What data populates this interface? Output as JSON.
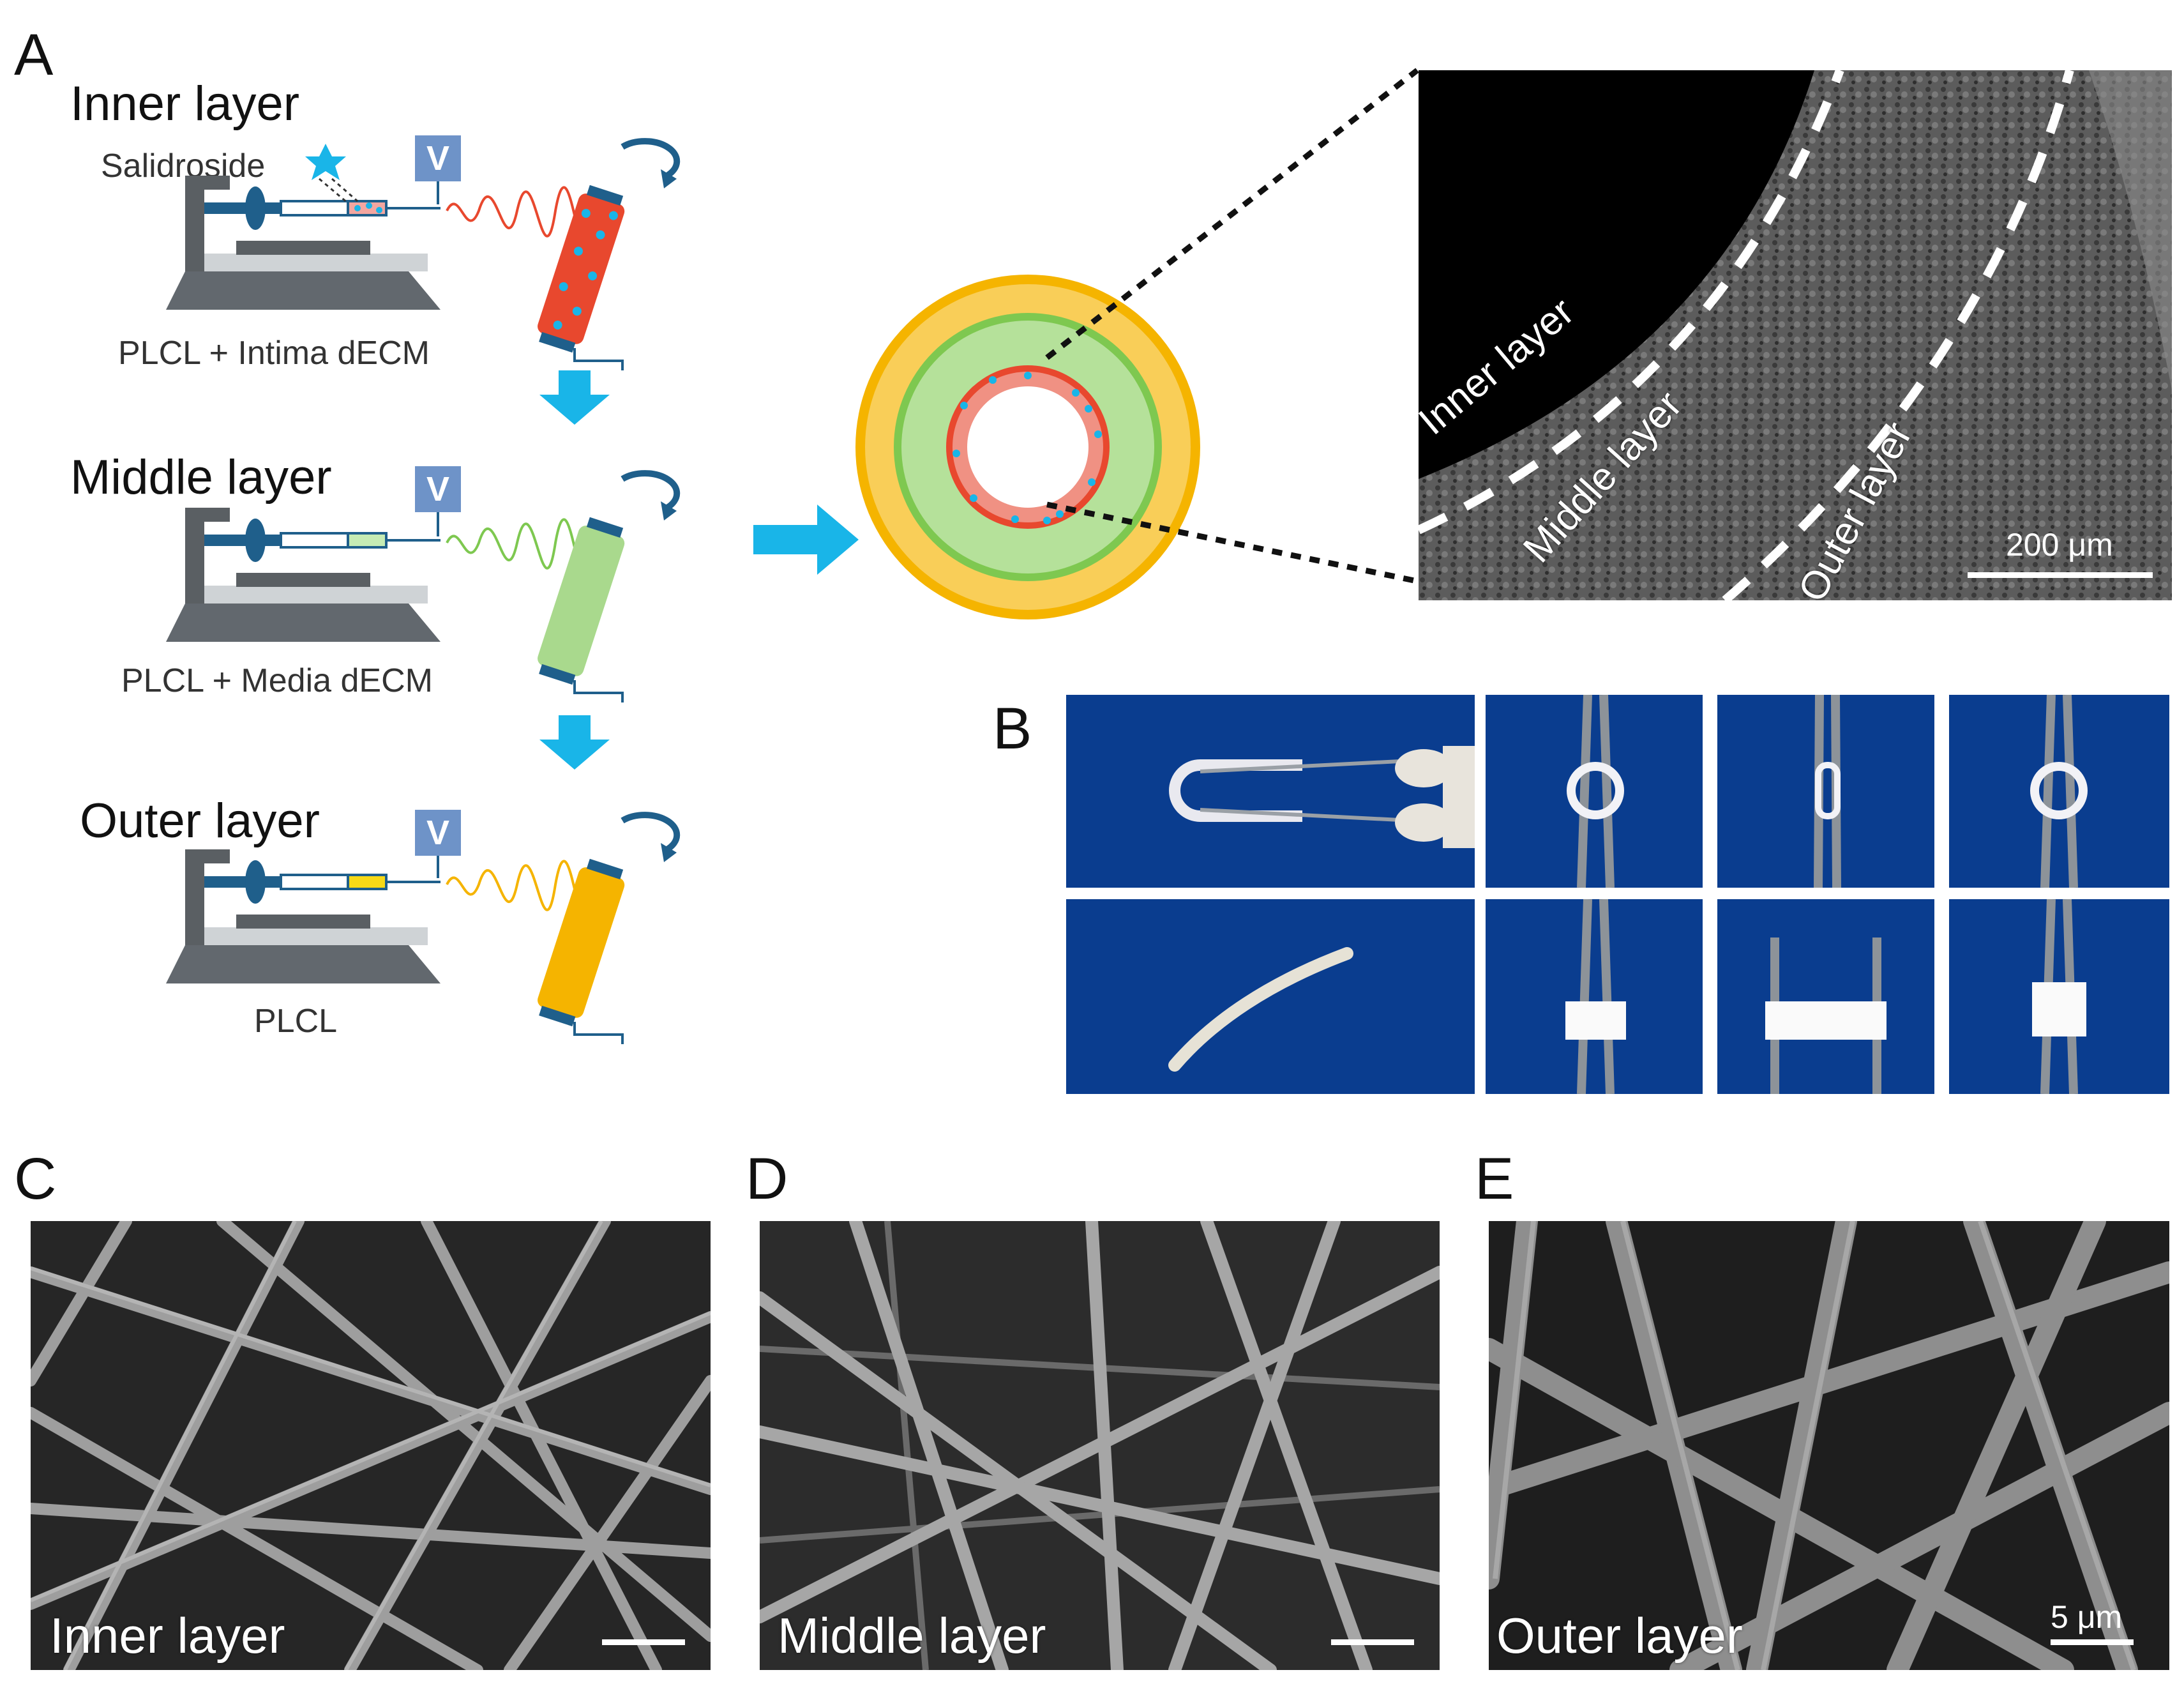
{
  "panels": {
    "a": "A",
    "b": "B",
    "c": "C",
    "d": "D",
    "e": "E"
  },
  "schematic": {
    "inner_title": "Inner layer",
    "middle_title": "Middle layer",
    "outer_title": "Outer layer",
    "salidroside": "Salidroside",
    "voltage_symbol": "V",
    "inner_caption": "PLCL + Intima dECM",
    "middle_caption": "PLCL + Media dECM",
    "outer_caption": "PLCL"
  },
  "cross_section_sem": {
    "labels": [
      "Inner layer",
      "Middle layer",
      "Outer layer"
    ],
    "scale": "200 μm"
  },
  "sem_images": [
    {
      "label": "Inner layer"
    },
    {
      "label": "Middle layer"
    },
    {
      "label": "Outer layer",
      "scale": "5 μm"
    }
  ],
  "colors": {
    "inner_fiber": "#e8482e",
    "middle_fiber": "#7ec850",
    "outer_fiber": "#f5b400",
    "arrow": "#19b5e8",
    "machine": "#5f6b73",
    "syringe": "#1f5f8b",
    "photo_bg": "#0a3d8f"
  }
}
